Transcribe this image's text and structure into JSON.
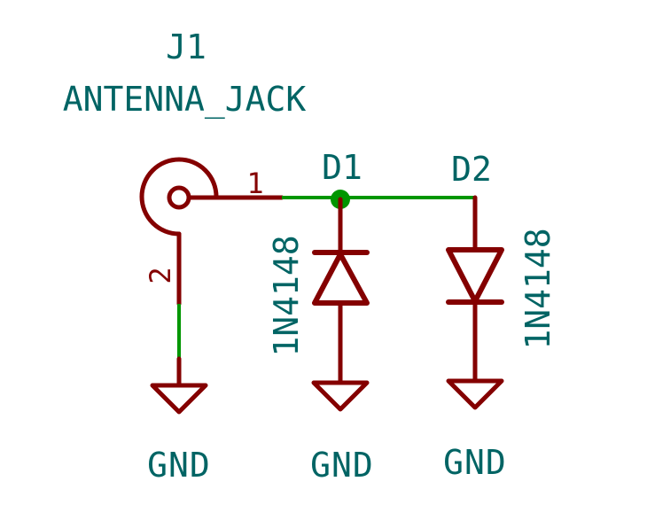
{
  "schematic": {
    "j1": {
      "ref": "J1",
      "value": "ANTENNA_JACK",
      "pin1": "1",
      "pin2": "2"
    },
    "d1": {
      "ref": "D1",
      "value": "1N4148"
    },
    "d2": {
      "ref": "D2",
      "value": "1N4148"
    },
    "gnd_labels": [
      "GND",
      "GND",
      "GND"
    ]
  },
  "colors": {
    "symbol": "#840000",
    "wire": "#009600",
    "text": "#006464",
    "junction": "#009600"
  }
}
